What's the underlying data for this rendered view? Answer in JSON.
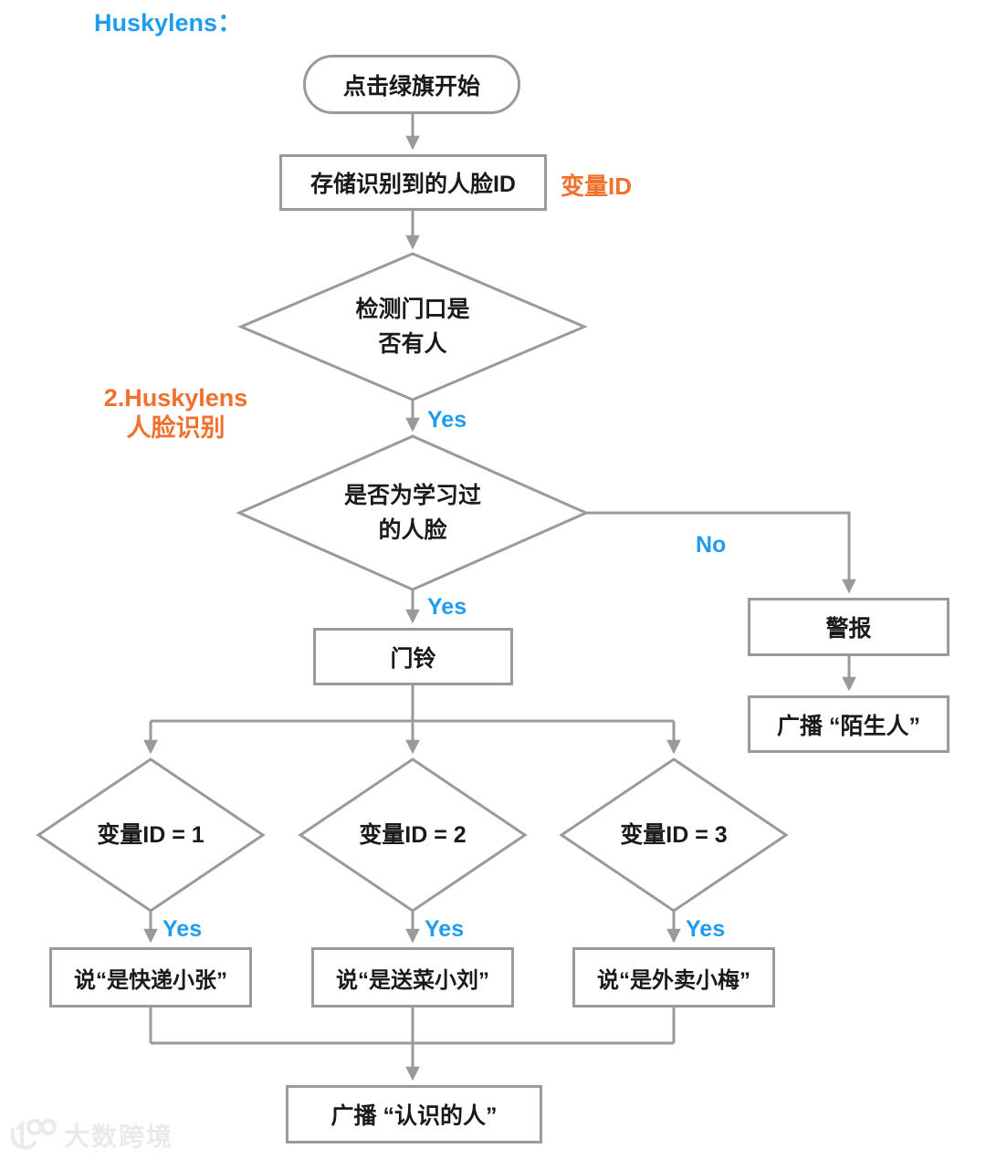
{
  "header": {
    "title": "Huskylens："
  },
  "annotations": {
    "variable_id": "变量ID",
    "step": {
      "line1": "2.Huskylens",
      "line2": "人脸识别"
    }
  },
  "edge_labels": {
    "yes": "Yes",
    "no": "No"
  },
  "nodes": {
    "start": {
      "label": "点击绿旗开始"
    },
    "store_face_id": {
      "label": "存储识别到的人脸ID"
    },
    "detect_person": {
      "line1": "检测门口是",
      "line2": "否有人"
    },
    "learned_face": {
      "line1": "是否为学习过",
      "line2": "的人脸"
    },
    "alarm": {
      "label": "警报"
    },
    "broadcast_stranger": {
      "label": "广播 “陌生人”"
    },
    "doorbell": {
      "label": "门铃"
    },
    "id_equals_1": {
      "label": "变量ID = 1"
    },
    "id_equals_2": {
      "label": "变量ID = 2"
    },
    "id_equals_3": {
      "label": "变量ID = 3"
    },
    "say_courier_zhang": {
      "label": "说“是快递小张”"
    },
    "say_grocery_liu": {
      "label": "说“是送菜小刘”"
    },
    "say_takeout_mei": {
      "label": "说“是外卖小梅”"
    },
    "broadcast_known": {
      "label": "广播 “认识的人”"
    }
  },
  "watermark": {
    "text": "大数跨境"
  },
  "colors": {
    "line": "#9a9a9a",
    "text": "#1a1a1a",
    "accent_blue": "#1f9bf0",
    "accent_orange": "#f1702e",
    "watermark": "#eaeaea"
  }
}
